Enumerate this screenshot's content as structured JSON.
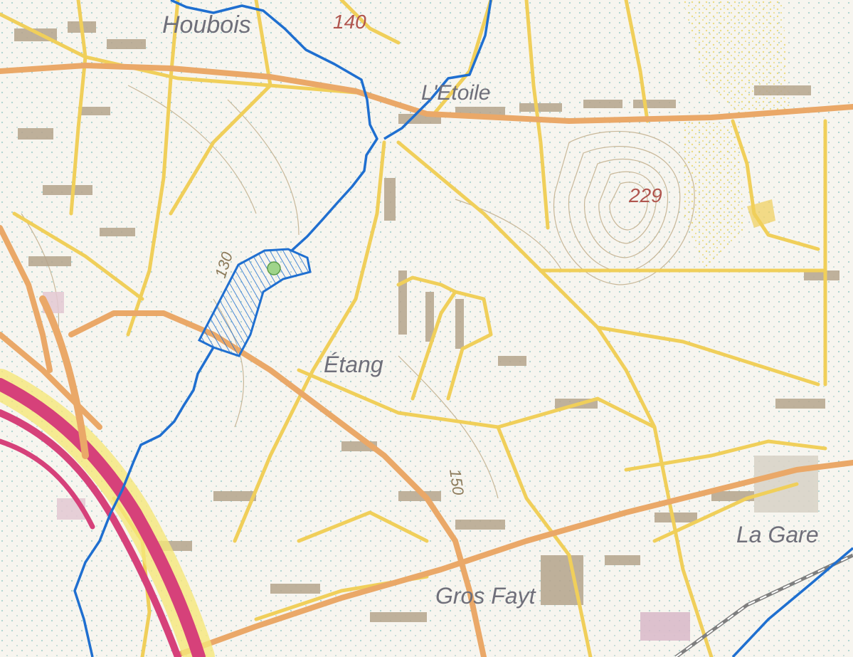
{
  "map": {
    "places": {
      "houbois": "Houbois",
      "etoile": "L'Etoile",
      "etang": "Étang",
      "gare": "La Gare",
      "gros_fayt": "Gros Fayt"
    },
    "elevations": {
      "north": "140",
      "summit": "229"
    },
    "contours": {
      "west": "130",
      "south": "150"
    }
  },
  "colors": {
    "paper": "#f7f5ef",
    "road": "#f0cf5a",
    "main_road": "#eaa868",
    "motorway": "#d6417a",
    "buildings": "#b5a48c",
    "boundary": "#1f6fd0",
    "marker": "#9fd48a",
    "contour": "#c8b89a",
    "vegetation": "#2e9a9a"
  },
  "icons": {
    "marker": "site-marker-icon"
  }
}
